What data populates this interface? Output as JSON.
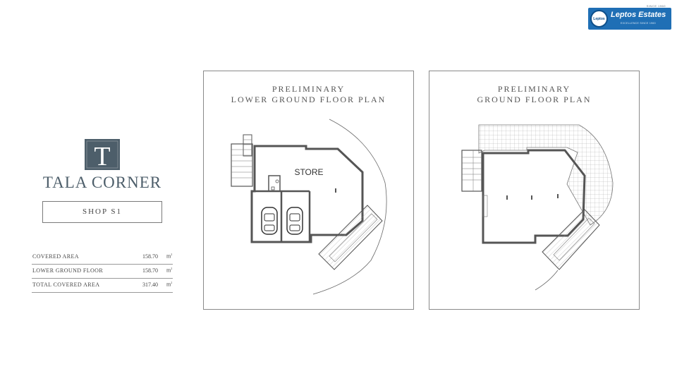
{
  "brand": {
    "since": "SINCE 1960",
    "badge": "Leptos",
    "name": "Leptos Estates",
    "tagline": "EXCELLENCE SINCE 1960"
  },
  "project": {
    "monogram": "T",
    "name": "TALA CORNER",
    "unit": "SHOP S1"
  },
  "areas": {
    "unit_symbol": "m",
    "unit_superscript": "2",
    "rows": [
      {
        "label": "COVERED AREA",
        "value": "158.70"
      },
      {
        "label": "LOWER GROUND FLOOR",
        "value": "158.70"
      },
      {
        "label": "TOTAL COVERED AREA",
        "value": "317.40"
      }
    ]
  },
  "plans": [
    {
      "title_line1": "PRELIMINARY",
      "title_line2": "LOWER GROUND FLOOR PLAN",
      "room_label": "STORE"
    },
    {
      "title_line1": "PRELIMINARY",
      "title_line2": "GROUND FLOOR PLAN"
    }
  ],
  "colors": {
    "brand_blue": "#1f6fb5",
    "monogram_tile": "#4d5e6a",
    "wall": "#555555"
  },
  "icons": [
    "leptos-logo-icon",
    "monogram-icon",
    "car-icon",
    "stairs-icon"
  ]
}
